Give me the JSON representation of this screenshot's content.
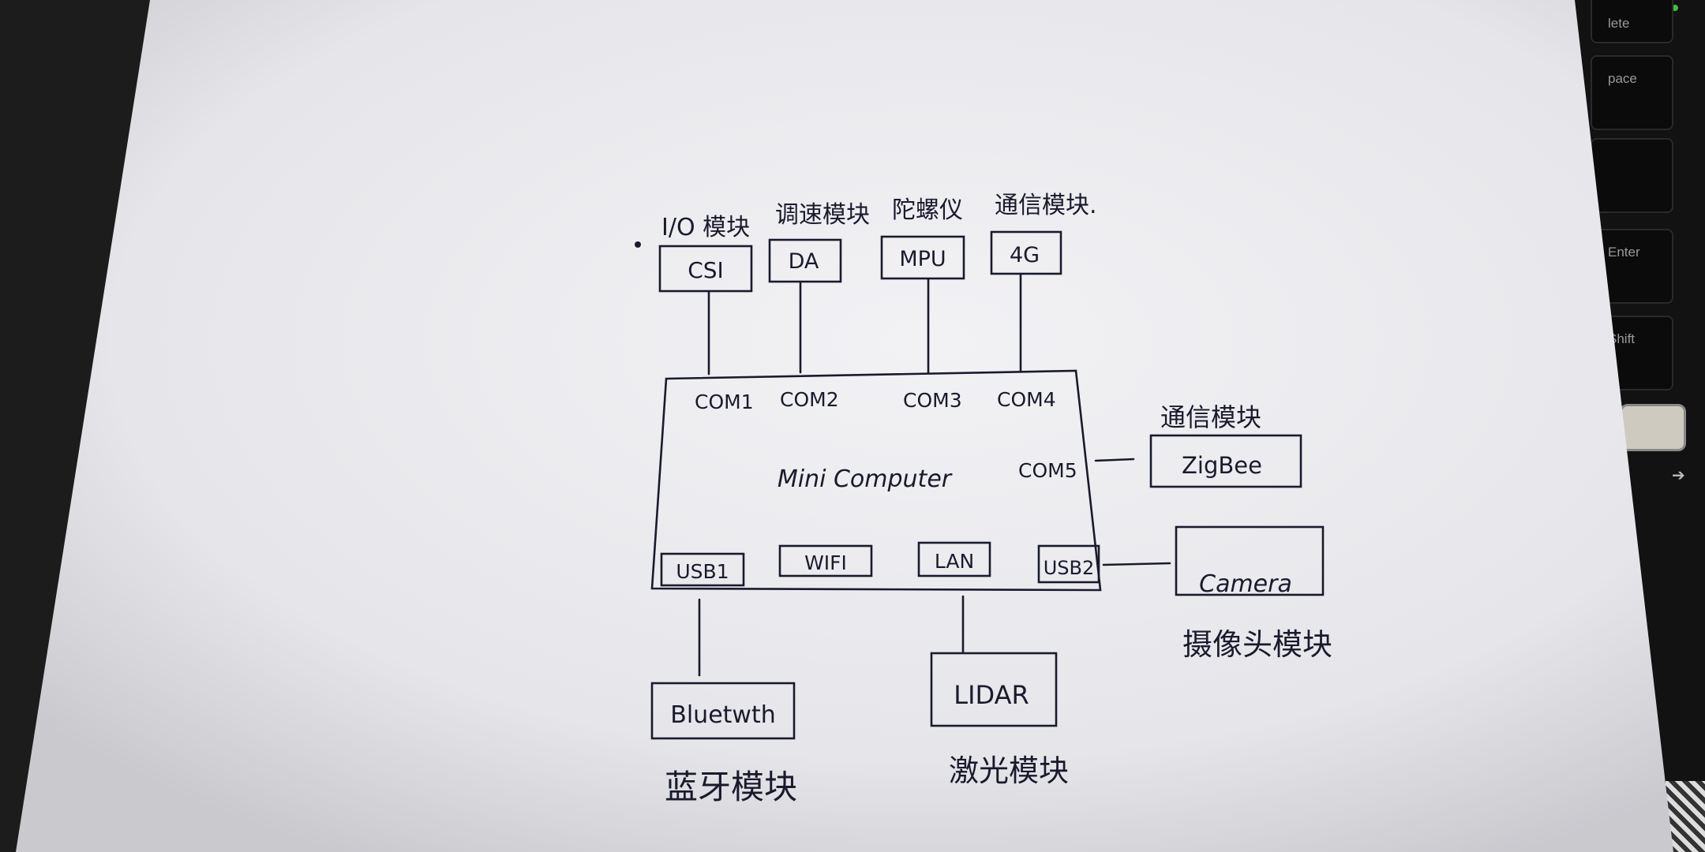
{
  "keyboard": {
    "keys": [
      "lete",
      "pace",
      "Enter",
      "Shift"
    ]
  },
  "diagram": {
    "center": {
      "label": "Mini Computer"
    },
    "top_modules": [
      {
        "caption": "I/O 模块",
        "label": "CSI",
        "port": "COM1"
      },
      {
        "caption": "调速模块",
        "label": "DA",
        "port": "COM2"
      },
      {
        "caption": "陀螺仪",
        "label": "MPU",
        "port": "COM3"
      },
      {
        "caption": "通信模块.",
        "label": "4G",
        "port": "COM4"
      }
    ],
    "right_module": {
      "caption": "通信模块",
      "label": "ZigBee",
      "port": "COM5"
    },
    "bottom_ports": [
      "USB1",
      "WIFI",
      "LAN",
      "USB2"
    ],
    "bluetooth": {
      "label": "Bluetwth",
      "caption": "蓝牙模块"
    },
    "lidar": {
      "label": "LIDAR",
      "caption": "激光模块"
    },
    "camera": {
      "label": "Camera",
      "caption": "摄像头模块"
    }
  }
}
